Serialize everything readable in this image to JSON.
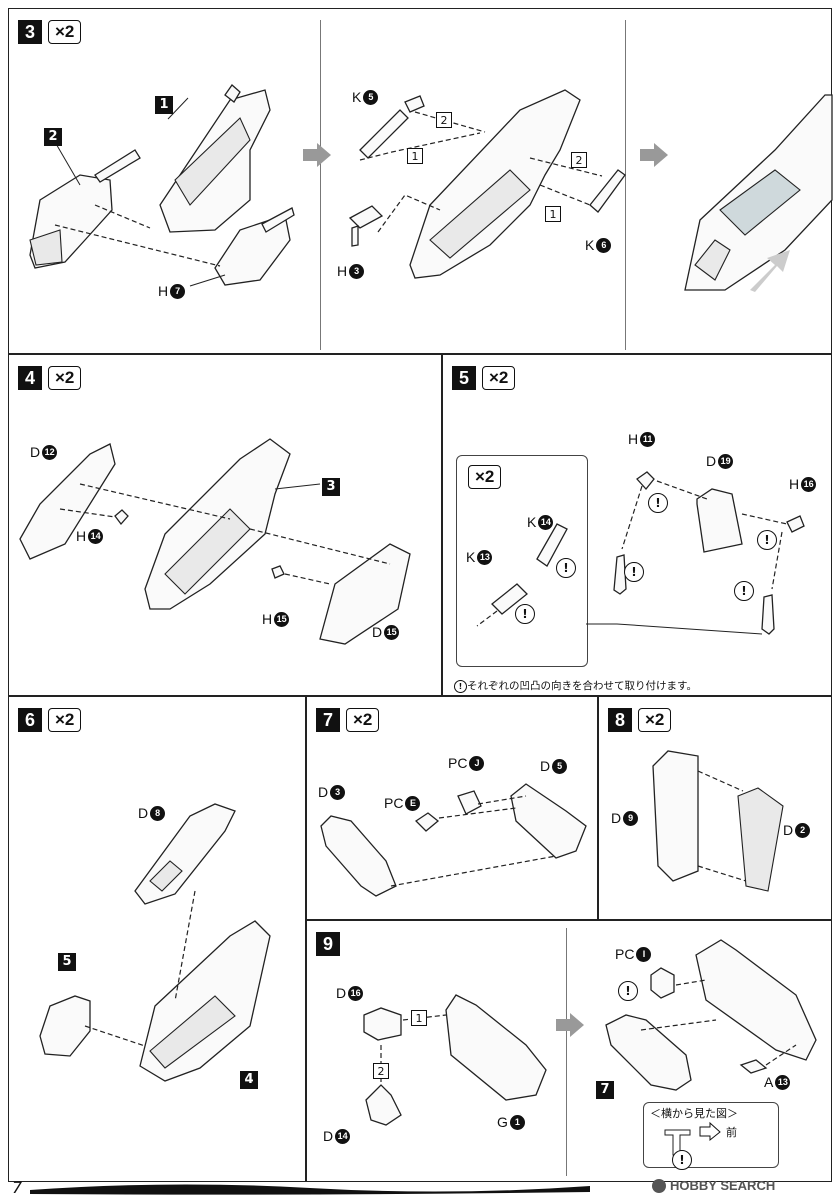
{
  "steps": {
    "s3": {
      "num": "3",
      "mult": "×2"
    },
    "s4": {
      "num": "4",
      "mult": "×2"
    },
    "s5": {
      "num": "5",
      "mult": "×2"
    },
    "s6": {
      "num": "6",
      "mult": "×2"
    },
    "s7": {
      "num": "7",
      "mult": "×2"
    },
    "s8": {
      "num": "8",
      "mult": "×2"
    },
    "s9": {
      "num": "9"
    }
  },
  "labels": {
    "s3_ref1": "1",
    "s3_ref2": "2",
    "s3_H7_letter": "H",
    "s3_H7_num": "7",
    "s3_K5_letter": "K",
    "s3_K5_num": "5",
    "s3_H3_letter": "H",
    "s3_H3_num": "3",
    "s3_K6_letter": "K",
    "s3_K6_num": "6",
    "s3_seq1a": "1",
    "s3_seq2a": "2",
    "s3_seq2b": "2",
    "s3_seq1b": "1",
    "s4_D12_letter": "D",
    "s4_D12_num": "12",
    "s4_H14_letter": "H",
    "s4_H14_num": "14",
    "s4_H15_letter": "H",
    "s4_H15_num": "15",
    "s4_D15_letter": "D",
    "s4_D15_num": "15",
    "s4_ref3": "3",
    "s5_inset_mult": "×2",
    "s5_K14_letter": "K",
    "s5_K14_num": "14",
    "s5_K13_letter": "K",
    "s5_K13_num": "13",
    "s5_H11_letter": "H",
    "s5_H11_num": "11",
    "s5_D19_letter": "D",
    "s5_D19_num": "19",
    "s5_H16_letter": "H",
    "s5_H16_num": "16",
    "s5_note": "それぞれの凹凸の向きを合わせて取り付けます。",
    "s6_D8_letter": "D",
    "s6_D8_num": "8",
    "s6_ref5": "5",
    "s6_ref4": "4",
    "s7_D3_letter": "D",
    "s7_D3_num": "3",
    "s7_PCE_letter": "PC",
    "s7_PCE_num": "E",
    "s7_PCJ_letter": "PC",
    "s7_PCJ_num": "J",
    "s7_D5_letter": "D",
    "s7_D5_num": "5",
    "s8_D9_letter": "D",
    "s8_D9_num": "9",
    "s8_D2_letter": "D",
    "s8_D2_num": "2",
    "s9_D16_letter": "D",
    "s9_D16_num": "16",
    "s9_D14_letter": "D",
    "s9_D14_num": "14",
    "s9_G1_letter": "G",
    "s9_G1_num": "1",
    "s9_seq1": "1",
    "s9_seq2": "2",
    "s9_PCI_letter": "PC",
    "s9_PCI_num": "I",
    "s9_ref7": "7",
    "s9_A13_letter": "A",
    "s9_A13_num": "13",
    "s9_side_title": "＜横から見た図＞",
    "s9_side_front": "前"
  },
  "warning_glyph": "!",
  "footer": {
    "page": "7",
    "watermark": "HOBBY SEARCH"
  }
}
